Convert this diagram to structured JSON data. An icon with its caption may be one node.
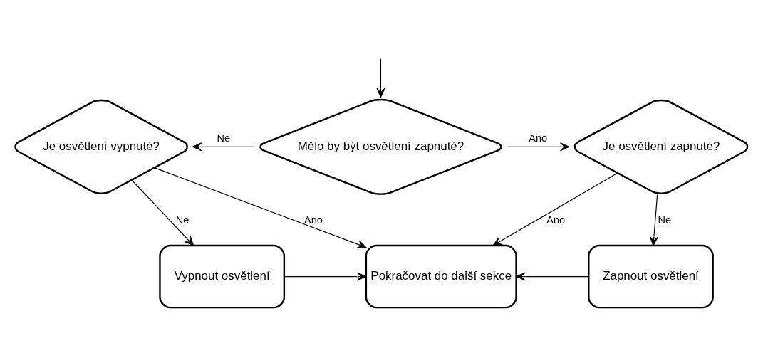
{
  "diagram": {
    "nodes": [
      {
        "text": [
          "Je osvětlení vypnuté?"
        ]
      },
      {
        "text": [
          "Mělo by být osvětlení zapnuté?"
        ]
      },
      {
        "text": [
          "Je osvětlení zapnuté?"
        ]
      },
      {
        "text": [
          "Vypnout osvětlení"
        ]
      },
      {
        "text": [
          "Pokračovat do další sekce"
        ]
      },
      {
        "text": [
          "Zapnout osvětlení"
        ]
      }
    ],
    "edges": [
      {
        "from": null,
        "to": 1,
        "arrow": "to"
      },
      {
        "from": 1,
        "to": 0,
        "arrow": "to",
        "label": "Ne"
      },
      {
        "from": 1,
        "to": 2,
        "arrow": "to",
        "label": "Ano"
      },
      {
        "from": 0,
        "to": 3,
        "arrow": "to",
        "label": "Ne"
      },
      {
        "from": 2,
        "to": 5,
        "arrow": "to",
        "label": "Ne"
      },
      {
        "from": 0,
        "to": 4,
        "arrow": "to",
        "label": "Ano"
      },
      {
        "from": 2,
        "to": 4,
        "arrow": "to",
        "label": "Ano"
      },
      {
        "from": 3,
        "to": 4,
        "arrow": "to"
      },
      {
        "from": 5,
        "to": 4,
        "arrow": "to"
      }
    ]
  }
}
